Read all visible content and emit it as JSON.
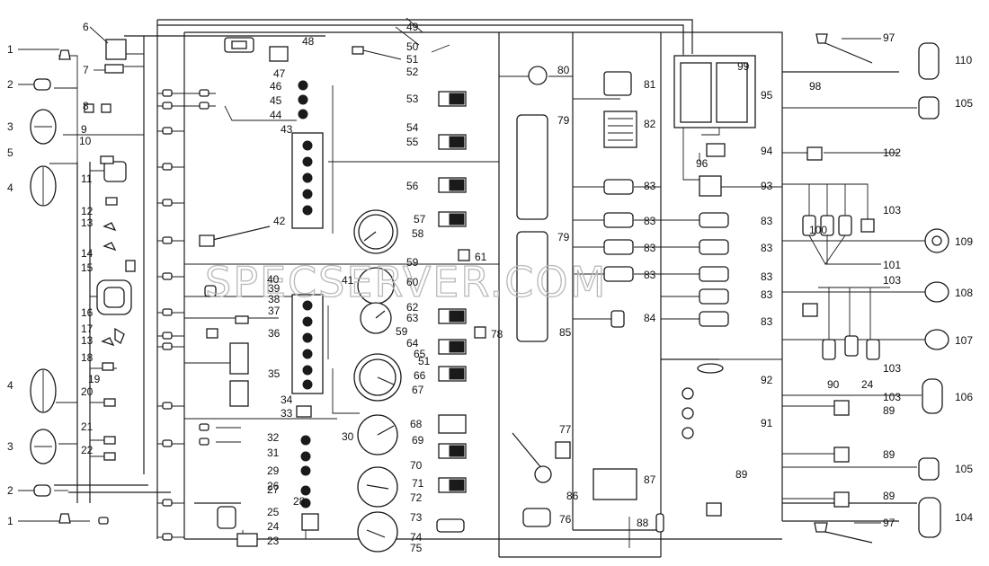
{
  "watermark": "SPECSERVER.COM",
  "labels": [
    "1",
    "2",
    "3",
    "4",
    "5",
    "6",
    "7",
    "8",
    "9",
    "10",
    "11",
    "12",
    "13",
    "14",
    "15",
    "16",
    "17",
    "18",
    "19",
    "20",
    "21",
    "22",
    "23",
    "24",
    "25",
    "26",
    "27",
    "28",
    "29",
    "30",
    "31",
    "32",
    "33",
    "34",
    "35",
    "36",
    "37",
    "38",
    "39",
    "40",
    "41",
    "42",
    "43",
    "44",
    "45",
    "46",
    "47",
    "48",
    "49",
    "50",
    "51",
    "52",
    "53",
    "54",
    "55",
    "56",
    "57",
    "58",
    "59",
    "60",
    "61",
    "62",
    "63",
    "64",
    "65",
    "66",
    "67",
    "68",
    "69",
    "70",
    "71",
    "72",
    "73",
    "74",
    "75",
    "76",
    "77",
    "78",
    "79",
    "80",
    "81",
    "82",
    "83",
    "84",
    "85",
    "86",
    "87",
    "88",
    "89",
    "90",
    "91",
    "92",
    "93",
    "94",
    "95",
    "96",
    "97",
    "98",
    "99",
    "100",
    "101",
    "102",
    "103",
    "104",
    "105",
    "106",
    "107",
    "108",
    "109",
    "110"
  ]
}
